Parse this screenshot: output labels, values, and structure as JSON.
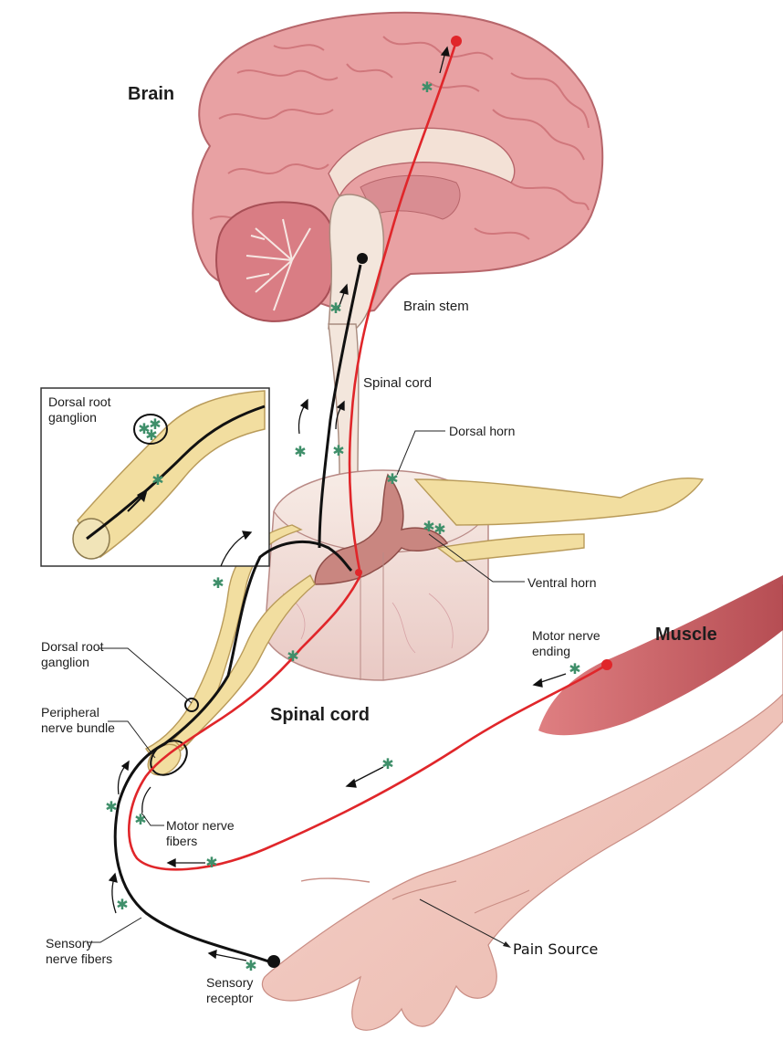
{
  "labels": {
    "brain": "Brain",
    "brain_stem": "Brain stem",
    "spinal_cord_upper": "Spinal cord",
    "spinal_cord_lower": "Spinal cord",
    "dorsal_horn": "Dorsal horn",
    "ventral_horn": "Ventral horn",
    "inset_drg_line1": "Dorsal root",
    "inset_drg_line2": "ganglion",
    "drg_line1": "Dorsal root",
    "drg_line2": "ganglion",
    "peripheral_line1": "Peripheral",
    "peripheral_line2": "nerve bundle",
    "motor_ending_line1": "Motor nerve",
    "motor_ending_line2": "ending",
    "muscle": "Muscle",
    "motor_fibers_line1": "Motor nerve",
    "motor_fibers_line2": "fibers",
    "sensory_fibers_line1": "Sensory",
    "sensory_fibers_line2": "nerve fibers",
    "receptor_line1": "Sensory",
    "receptor_line2": "receptor",
    "pain_source": "Pain Source"
  },
  "colors": {
    "brain": "#e8a1a3",
    "brain_dark": "#c9696f",
    "cord": "#f3e6dc",
    "nerve": "#f2dea0",
    "sensory_pathway": "#111111",
    "motor_pathway": "#e0262a",
    "marker": "#3f8f6a",
    "skin": "#f2c9c0",
    "muscle": "#c8454a"
  }
}
